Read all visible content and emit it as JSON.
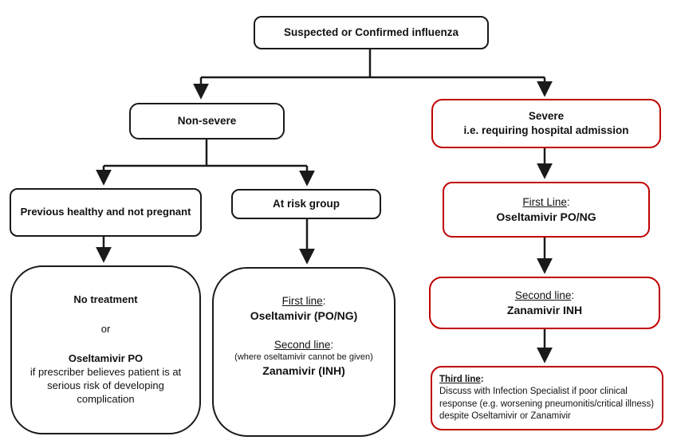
{
  "colon": ":",
  "colors": {
    "line": "#1a1a1a",
    "severe_accent": "#c00000",
    "background": "#ffffff"
  },
  "nodes": {
    "root": {
      "label": "Suspected or Confirmed influenza"
    },
    "non_severe": {
      "label": "Non-severe"
    },
    "severe": {
      "line1": "Severe",
      "line2": "i.e. requiring hospital admission"
    },
    "prev_healthy": {
      "label": "Previous healthy and not pregnant"
    },
    "at_risk": {
      "label": "At risk group"
    },
    "no_treatment": {
      "option1": "No treatment",
      "connector": "or",
      "option2": "Oseltamivir PO",
      "note": "if prescriber believes patient is at serious risk of developing complication"
    },
    "at_risk_treatment": {
      "first_line_heading": "First line",
      "first_line_drug": "Oseltamivir (PO/NG)",
      "second_line_heading": "Second line",
      "second_line_note": "(where oseltamivir cannot be given)",
      "second_line_drug": "Zanamivir (INH)"
    },
    "severe_first_line": {
      "heading": "First Line",
      "drug": "Oseltamivir PO/NG"
    },
    "severe_second_line": {
      "heading": "Second line",
      "drug": "Zanamivir INH"
    },
    "severe_third_line": {
      "heading": "Third line",
      "body": "Discuss with Infection Specialist if poor clinical response (e.g. worsening pneumonitis/critical illness) despite Oseltamivir or Zanamivir"
    }
  }
}
